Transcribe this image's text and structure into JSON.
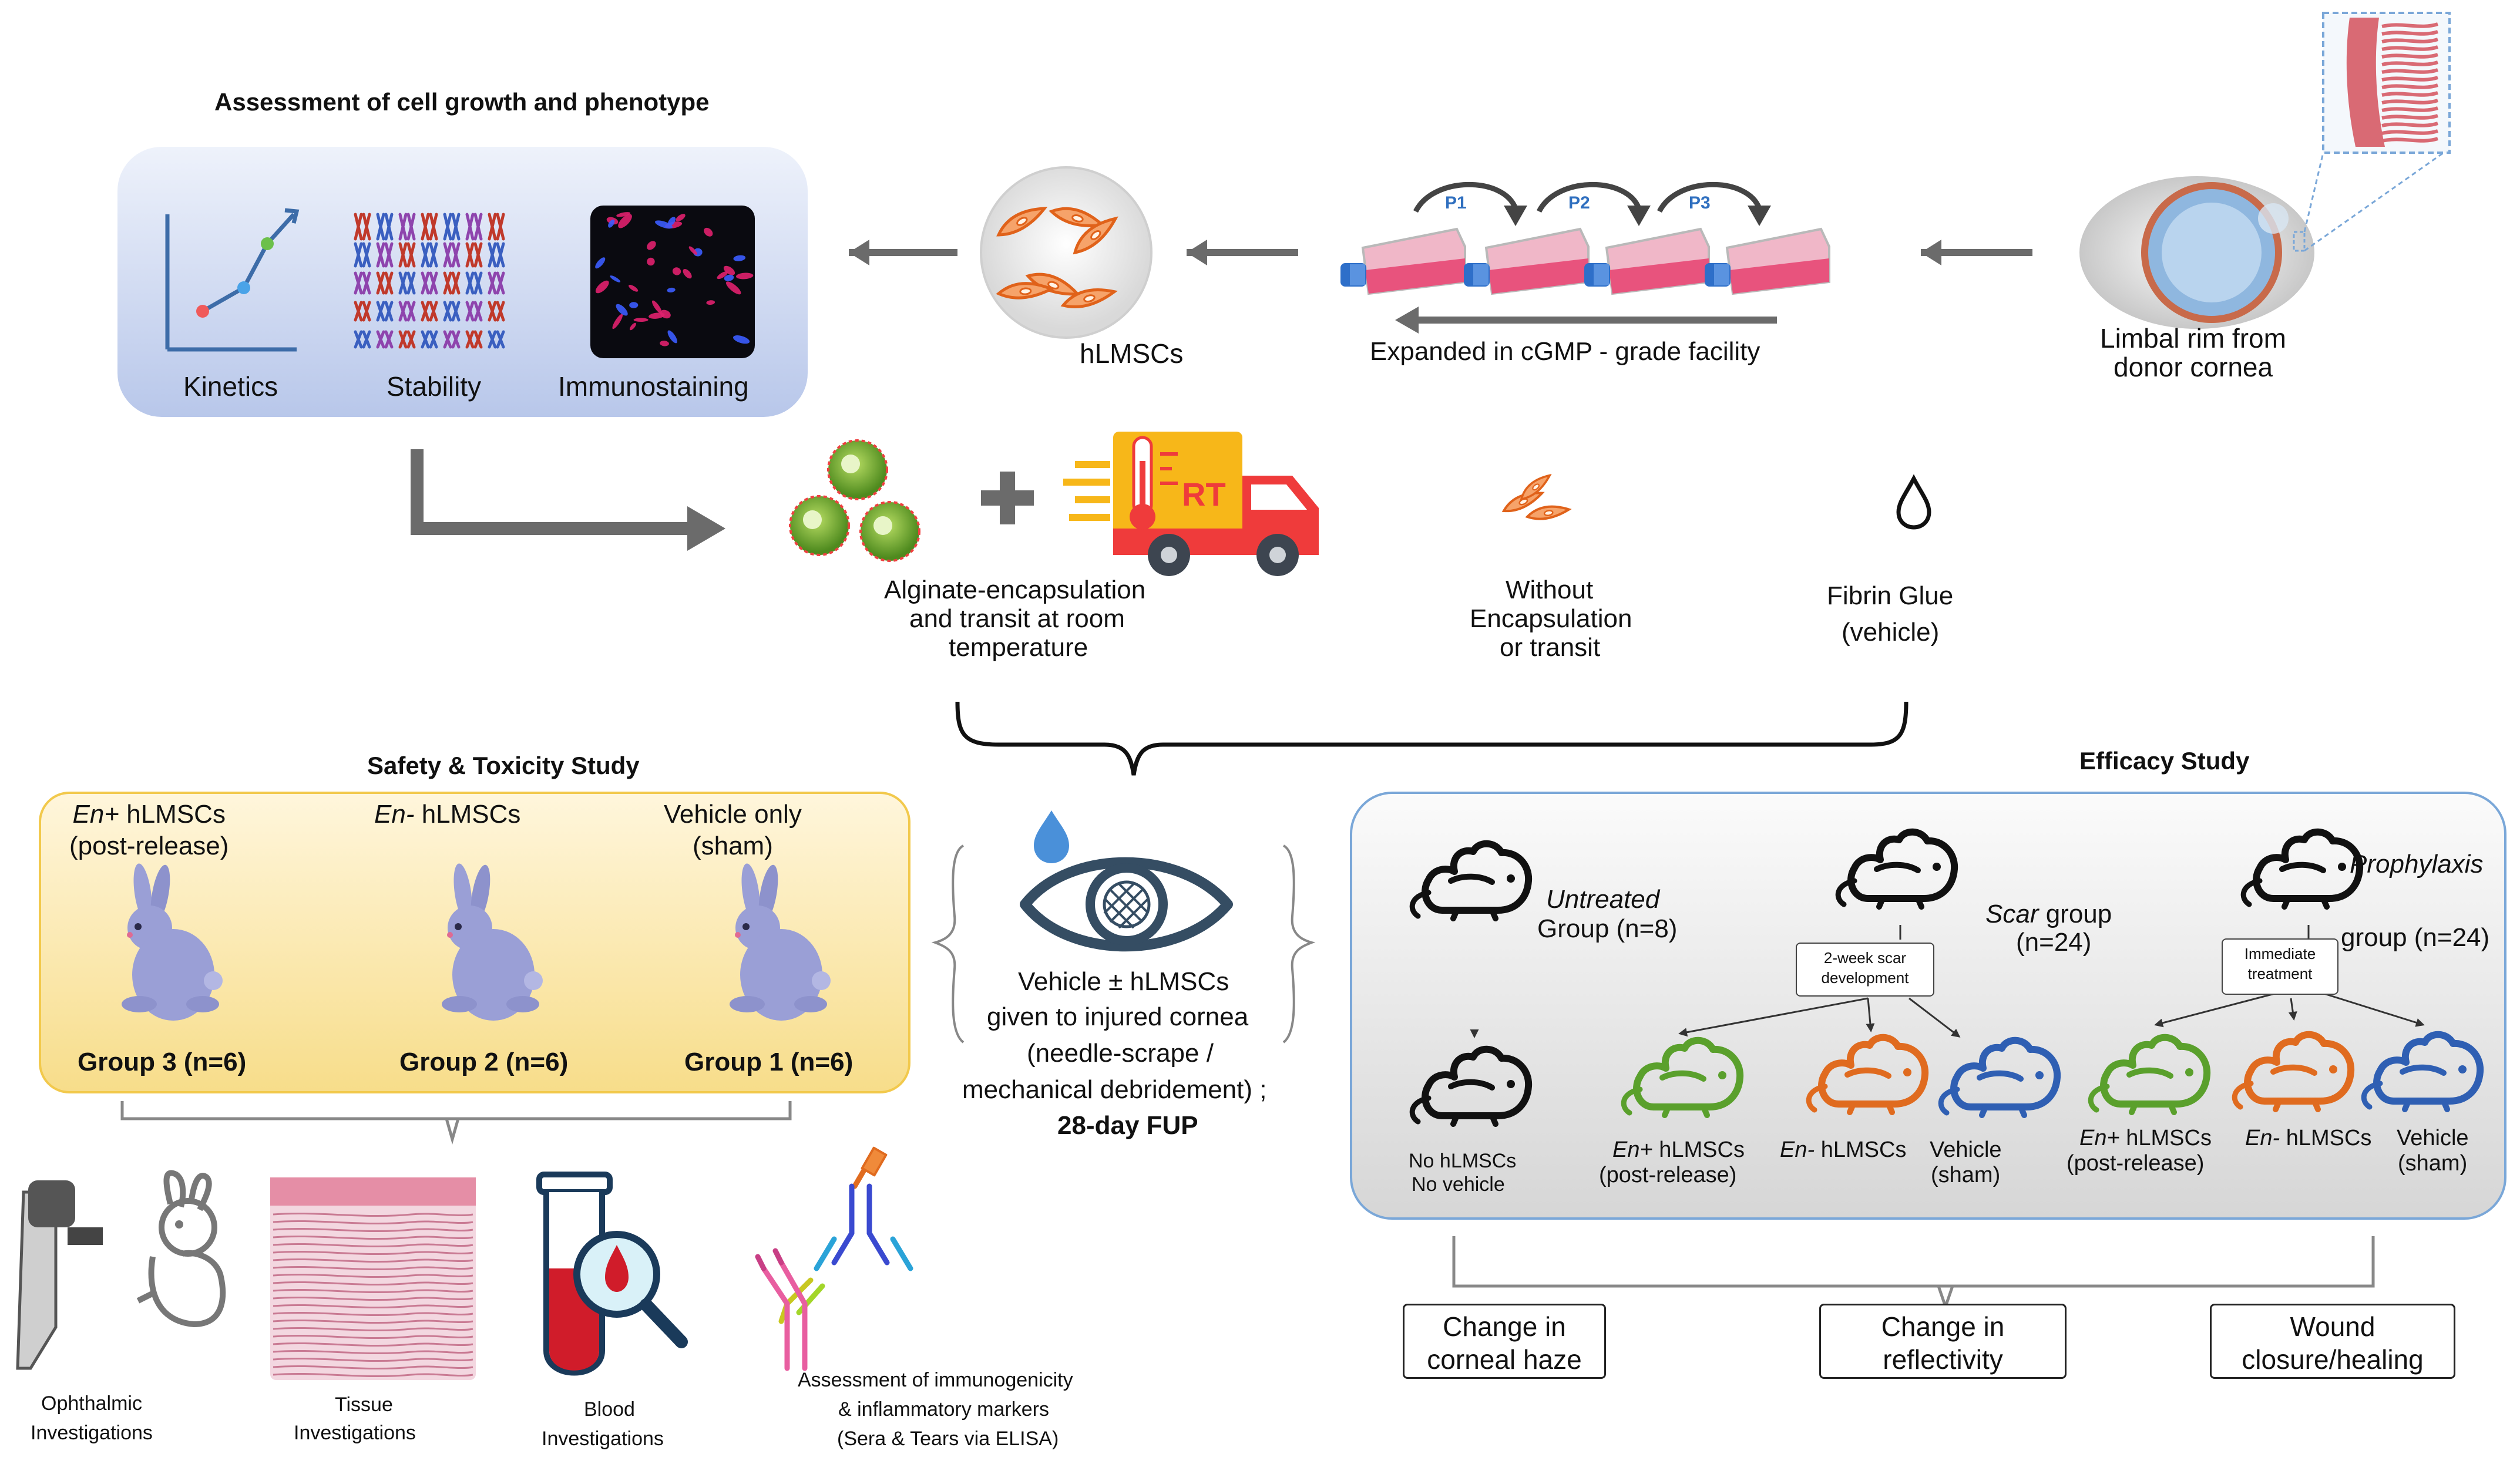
{
  "assessment": {
    "title": "Assessment of cell growth and phenotype",
    "panels": [
      "Kinetics",
      "Stability",
      "Immunostaining"
    ]
  },
  "culture": {
    "cells_label": "hLMSCs",
    "passages": [
      "P1",
      "P2",
      "P3"
    ],
    "expansion_label": "Expanded in cGMP - grade facility",
    "source_label_line1": "Limbal rim from",
    "source_label_line2": "donor cornea"
  },
  "transport": {
    "truck_badge": "RT",
    "encapsulation_line1": "Alginate-encapsulation",
    "encapsulation_line2": "and transit at room",
    "encapsulation_line3": "temperature",
    "without_line1": "Without",
    "without_line2": "Encapsulation",
    "without_line3": "or transit",
    "vehicle_line1": "Fibrin Glue",
    "vehicle_line2": "(vehicle)"
  },
  "treatment": {
    "line1": "Vehicle ± hLMSCs",
    "line2": "given to injured cornea",
    "line3": "(needle-scrape /",
    "line4": "mechanical debridement) ;",
    "line5": "28-day FUP"
  },
  "safety": {
    "title": "Safety & Toxicity Study",
    "groups": [
      {
        "head_italic": "En+",
        "head_rest": " hLMSCs",
        "head_line2": "(post-release)",
        "label": "Group 3 (n=6)"
      },
      {
        "head_italic": "En-",
        "head_rest": " hLMSCs",
        "head_line2": "",
        "label": "Group 2 (n=6)"
      },
      {
        "head_italic": "",
        "head_rest": "Vehicle only",
        "head_line2": "(sham)",
        "label": "Group 1 (n=6)"
      }
    ],
    "investigations": {
      "ophthalmic_1": "Ophthalmic",
      "ophthalmic_2": "Investigations",
      "tissue_1": "Tissue",
      "tissue_2": "Investigations",
      "blood_1": "Blood",
      "blood_2": "Investigations",
      "immuno_1": "Assessment of immunogenicity",
      "immuno_2": "& inflammatory markers",
      "immuno_3": "(Sera & Tears via ELISA)"
    }
  },
  "efficacy": {
    "title": "Efficacy Study",
    "untreated_1": "Untreated",
    "untreated_2": "Group (n=8)",
    "no_hlmscs_1": "No hLMSCs",
    "no_hlmscs_2": "No vehicle",
    "scar_1": "Scar",
    "scar_1b": " group",
    "scar_2": "(n=24)",
    "scar_box_1": "2-week scar",
    "scar_box_2": "development",
    "prophylaxis_1": "Prophylaxis",
    "prophylaxis_2": "group (n=24)",
    "proph_box_1": "Immediate",
    "proph_box_2": "treatment",
    "sub_en_plus": "En+",
    "sub_en_plus_rest": " hLMSCs",
    "sub_post_release": "(post-release)",
    "sub_en_minus": "En-",
    "sub_en_minus_rest": " hLMSCs",
    "sub_vehicle": "Vehicle",
    "sub_sham": "(sham)",
    "outcomes": [
      {
        "line1": "Change in",
        "line2": "corneal haze"
      },
      {
        "line1": "Change in",
        "line2": "reflectivity"
      },
      {
        "line1": "Wound",
        "line2": "closure/healing"
      }
    ]
  },
  "colors": {
    "green": "#5aa02c",
    "orange": "#e06b1f",
    "blue": "#2f5fb3",
    "rabbit": "#9a9fd6",
    "arrow_gray": "#6b6b6b"
  }
}
